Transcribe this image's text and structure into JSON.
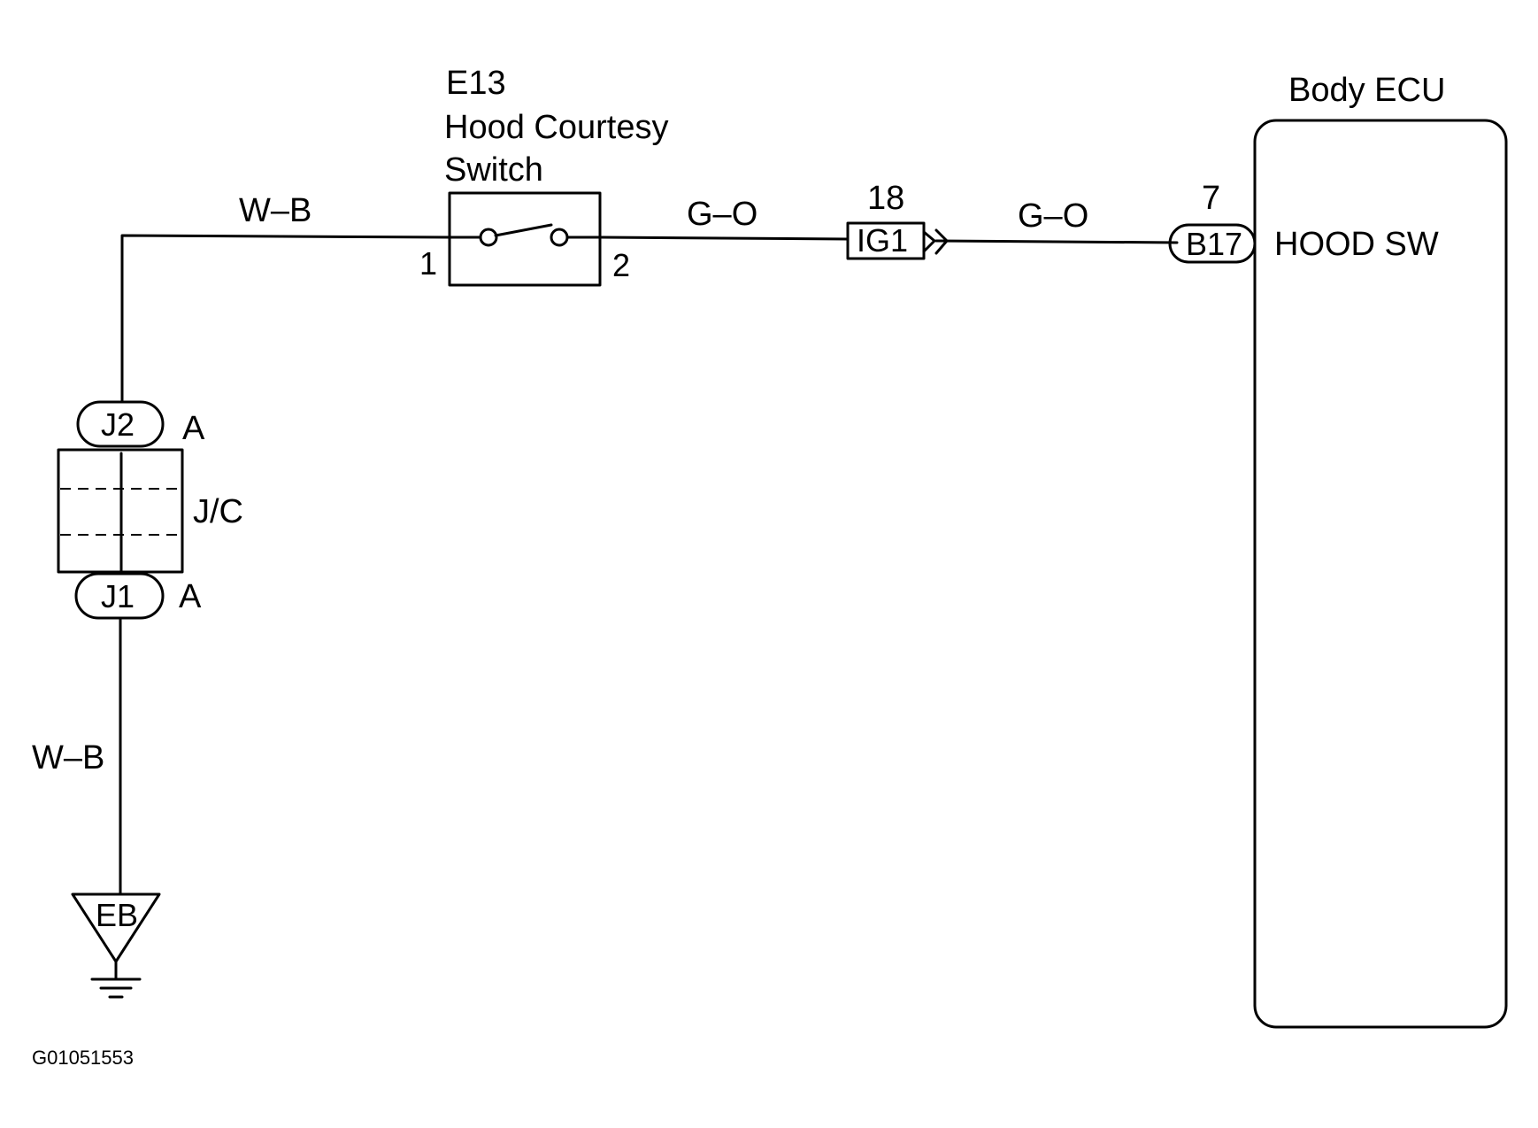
{
  "switch": {
    "id": "E13",
    "name_line1": "Hood Courtesy",
    "name_line2": "Switch",
    "pin_left": "1",
    "pin_right": "2"
  },
  "connector_ig1": {
    "label": "IG1",
    "pin": "18"
  },
  "ecu": {
    "title": "Body ECU",
    "connector": "B17",
    "pin": "7",
    "terminal": "HOOD SW"
  },
  "wires": {
    "ground_to_switch": "W–B",
    "switch_to_ig1": "G–O",
    "ig1_to_ecu": "G–O",
    "ground_lower": "W–B"
  },
  "junction": {
    "label": "J/C",
    "upper_connector": "J2",
    "upper_suffix": "A",
    "lower_connector": "J1",
    "lower_suffix": "A"
  },
  "ground": {
    "label": "EB"
  },
  "figure_code": "G01051553"
}
